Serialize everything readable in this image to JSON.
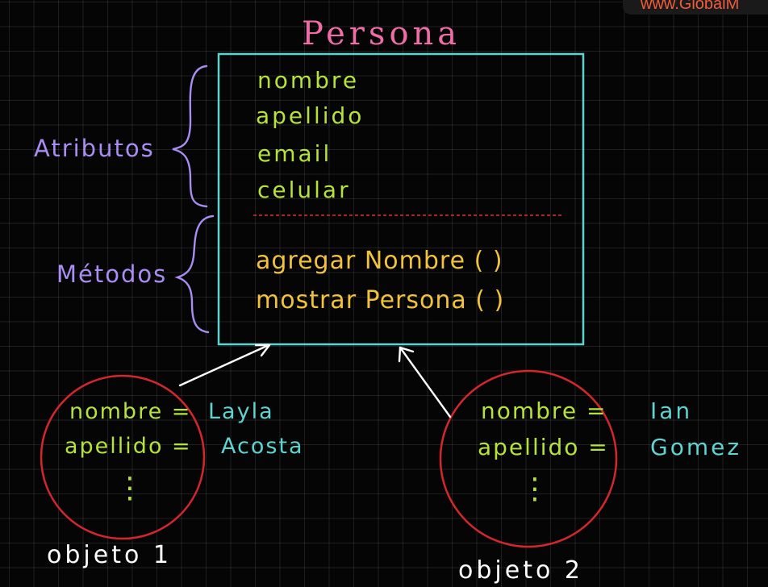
{
  "watermark": "www.GlobalM",
  "class_name": "Persona",
  "attributes_label": "Atributos",
  "methods_label": "Métodos",
  "attributes": [
    "nombre",
    "apellido",
    "email",
    "celular"
  ],
  "methods": [
    "agregar Nombre ( )",
    "mostrar Persona ( )"
  ],
  "objects": [
    {
      "caption": "objeto 1",
      "fields": [
        {
          "label": "nombre =",
          "value": "Layla"
        },
        {
          "label": "apellido =",
          "value": "Acosta"
        }
      ],
      "ellipsis": "⋮"
    },
    {
      "caption": "objeto 2",
      "fields": [
        {
          "label": "nombre =",
          "value": "Ian"
        },
        {
          "label": "apellido =",
          "value": "Gomez"
        }
      ],
      "ellipsis": "⋮"
    }
  ],
  "colors": {
    "class_title": "#f06ca6",
    "class_box": "#5ed3d0",
    "divider": "#e0303a",
    "attributes": "#b6e33a",
    "methods": "#f2c23a",
    "brace_labels": "#a98df2",
    "object_circle": "#d3272c",
    "object_field_labels": "#b6e33a",
    "object_field_values": "#5ed3d0",
    "captions": "#ffffff",
    "arrows": "#ffffff"
  }
}
